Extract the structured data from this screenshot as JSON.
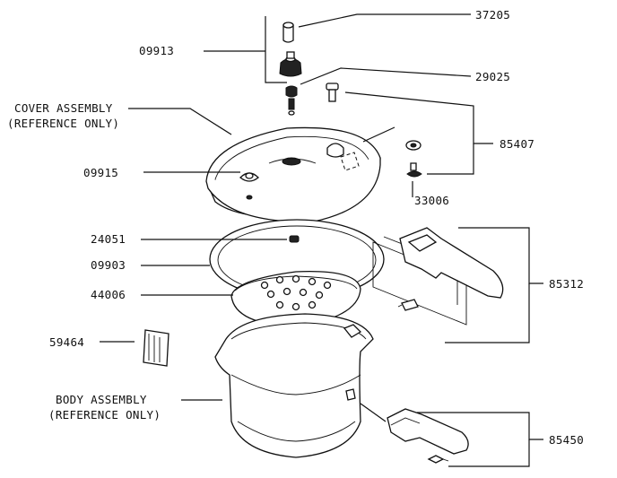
{
  "labels": {
    "p37205": "37205",
    "p09913": "09913",
    "p29025": "29025",
    "cover_line1": "COVER ASSEMBLY",
    "cover_line2": "(REFERENCE ONLY)",
    "p85407": "85407",
    "p09915": "09915",
    "p33006": "33006",
    "p24051": "24051",
    "p09903": "09903",
    "p44006": "44006",
    "p85312": "85312",
    "p59464": "59464",
    "body_line1": "BODY ASSEMBLY",
    "body_line2": "(REFERENCE ONLY)",
    "p85450": "85450"
  }
}
